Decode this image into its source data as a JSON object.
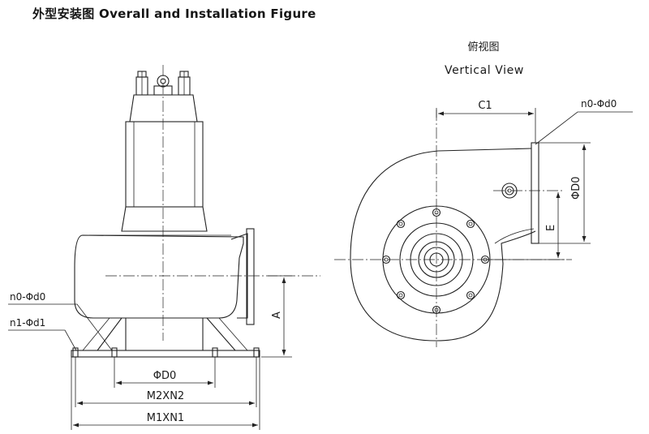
{
  "page_title": "外型安装图 Overall and Installation Figure",
  "front_view": {
    "labels": {
      "n0_d0": "n0-Φd0",
      "n1_d1": "n1-Φd1",
      "phi_d0": "ΦD0",
      "m2xn2": "M2XN2",
      "m1xn1": "M1XN1",
      "a": "A"
    }
  },
  "top_view": {
    "title_cn": "俯视图",
    "title_en": "Vertical View",
    "labels": {
      "c1": "C1",
      "n0_d0": "n0-Φd0",
      "phi_d0": "ΦD0",
      "e": "E"
    }
  }
}
